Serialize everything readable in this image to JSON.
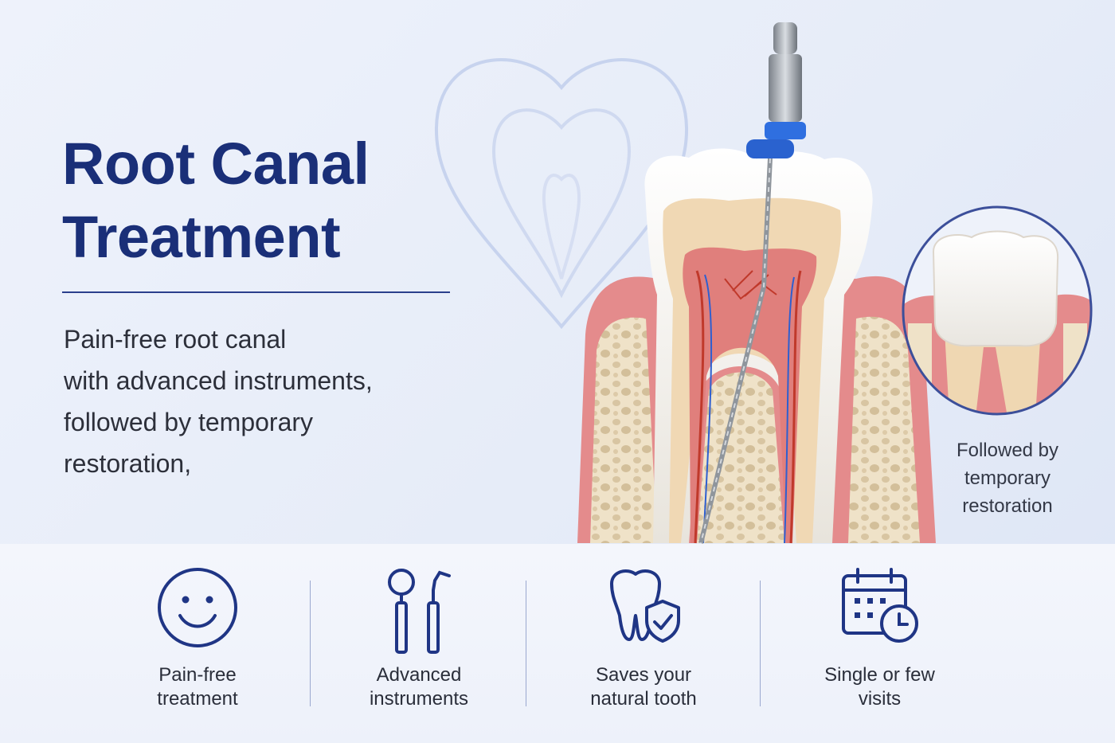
{
  "hero": {
    "title_line1": "Root Canal",
    "title_line2": "Treatment",
    "subtitle_lines": [
      "Pain-free root canal",
      "with advanced instruments,",
      "followed by temporary",
      "restoration,"
    ]
  },
  "inset": {
    "caption_lines": [
      "Followed by",
      "temporary",
      "restoration"
    ]
  },
  "features": [
    {
      "icon": "smiley-face-icon",
      "lines": [
        "Pain-free",
        "treatment"
      ]
    },
    {
      "icon": "dental-instruments-icon",
      "lines": [
        "Advanced",
        "instruments"
      ]
    },
    {
      "icon": "tooth-shield-icon",
      "lines": [
        "Saves your",
        "natural tooth"
      ]
    },
    {
      "icon": "calendar-clock-icon",
      "lines": [
        "Single or few",
        "visits"
      ]
    }
  ],
  "colors": {
    "title": "#1a2f78",
    "icon_stroke": "#1f3585",
    "gum": "#e3898a",
    "instrument_band": "#2f6fe0"
  }
}
